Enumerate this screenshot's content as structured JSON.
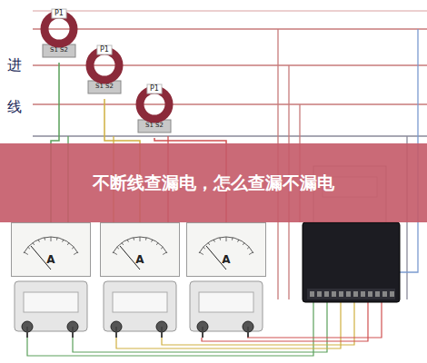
{
  "diagram": {
    "title": "不断线查漏电，怎么查漏不漏电",
    "nodes": [
      {
        "text": [
          "P1",
          "S1 S2"
        ]
      },
      {
        "text": [
          "P1",
          "S1 S2"
        ]
      },
      {
        "text": [
          "P1",
          "S1 S2"
        ]
      },
      {
        "text": [
          "A"
        ]
      },
      {
        "text": [
          "A"
        ]
      },
      {
        "text": [
          "A"
        ]
      }
    ],
    "edges": [
      {
        "from": 0,
        "to": 3,
        "arrow": "none"
      },
      {
        "from": 1,
        "to": 4,
        "arrow": "none"
      },
      {
        "from": 2,
        "to": 5,
        "arrow": "none"
      }
    ],
    "labels": [
      "进线"
    ]
  }
}
